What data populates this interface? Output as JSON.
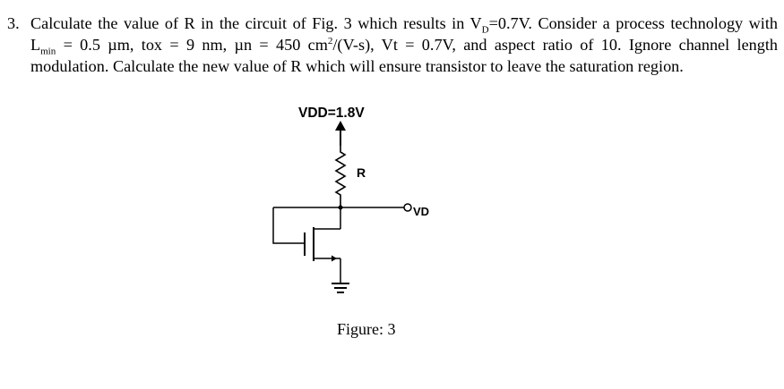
{
  "question": {
    "number": "3.",
    "line1_a": "Calculate the value of R in the circuit of Fig. 3 which results in V",
    "line1_sub": "D",
    "line1_b": "=0.7V. Consider a process technology with",
    "line2_a": "L",
    "line2_sub": "min",
    "line2_b": " = 0.5 µm, tox = 9 nm, µn = 450 cm",
    "line2_sup": "2",
    "line2_c": "/(V-s), Vt = 0.7V, and aspect ratio of 10. Ignore channel length",
    "line3": "modulation. Calculate the new value of R which will ensure transistor to leave the saturation region."
  },
  "figure": {
    "vdd_label": "VDD=1.8V",
    "resistor_label": "R",
    "output_label": "VD",
    "caption": "Figure: 3"
  }
}
